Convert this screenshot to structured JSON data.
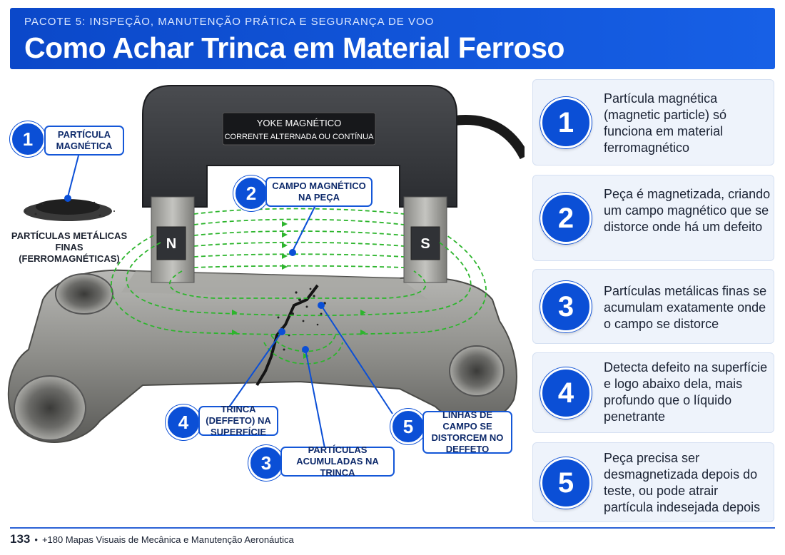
{
  "header": {
    "kicker": "PACOTE 5: INSPEÇÃO, MANUTENÇÃO PRÁTICA E SEGURANÇA DE VOO",
    "title": "Como Achar Trinca em Material Ferroso"
  },
  "illustration": {
    "yoke_title": "YOKE MAGNÉTICO",
    "yoke_subtitle": "CORRENTE ALTERNADA OU CONTÍNUA",
    "pole_n": "N",
    "pole_s": "S",
    "particles_label": "PARTÍCULAS METÁLICAS FINAS (FERROMAGNÉTICAS)",
    "callouts": [
      {
        "num": "1",
        "text": "PARTÍCULA MAGNÉTICA"
      },
      {
        "num": "2",
        "text": "CAMPO MAGNÉTICO NA PEÇA"
      },
      {
        "num": "4",
        "text": "TRINCA (DEFFETO) NA SUPERFÍCIE"
      },
      {
        "num": "3",
        "text": "PARTÍCULAS ACUMULADAS NA TRINCA"
      },
      {
        "num": "5",
        "text": "LINHAS DE CAMPO SE DISTORCEM NO DEFFETO"
      }
    ]
  },
  "cards": [
    {
      "num": "1",
      "text": "Partícula magnética (magnetic particle) só funciona em material ferromagnético"
    },
    {
      "num": "2",
      "text": "Peça é magnetizada, criando um campo magnético que se distorce onde há um defeito"
    },
    {
      "num": "3",
      "text": "Partículas metálicas finas se acumulam exatamente onde o campo se distorce"
    },
    {
      "num": "4",
      "text": "Detecta defeito na superfície e logo abaixo dela, mais profundo que o líquido penetrante"
    },
    {
      "num": "5",
      "text": "Peça precisa ser desmagnetizada depois do teste, ou pode atrair partícula indesejada depois"
    }
  ],
  "footer": {
    "page": "133",
    "bullet": "•",
    "text": "+180 Mapas Visuais de Mecânica e Manutenção Aeronáutica"
  },
  "colors": {
    "accent": "#0b4fd6",
    "field_lines": "#2db52d",
    "card_bg": "#eef3fb"
  }
}
